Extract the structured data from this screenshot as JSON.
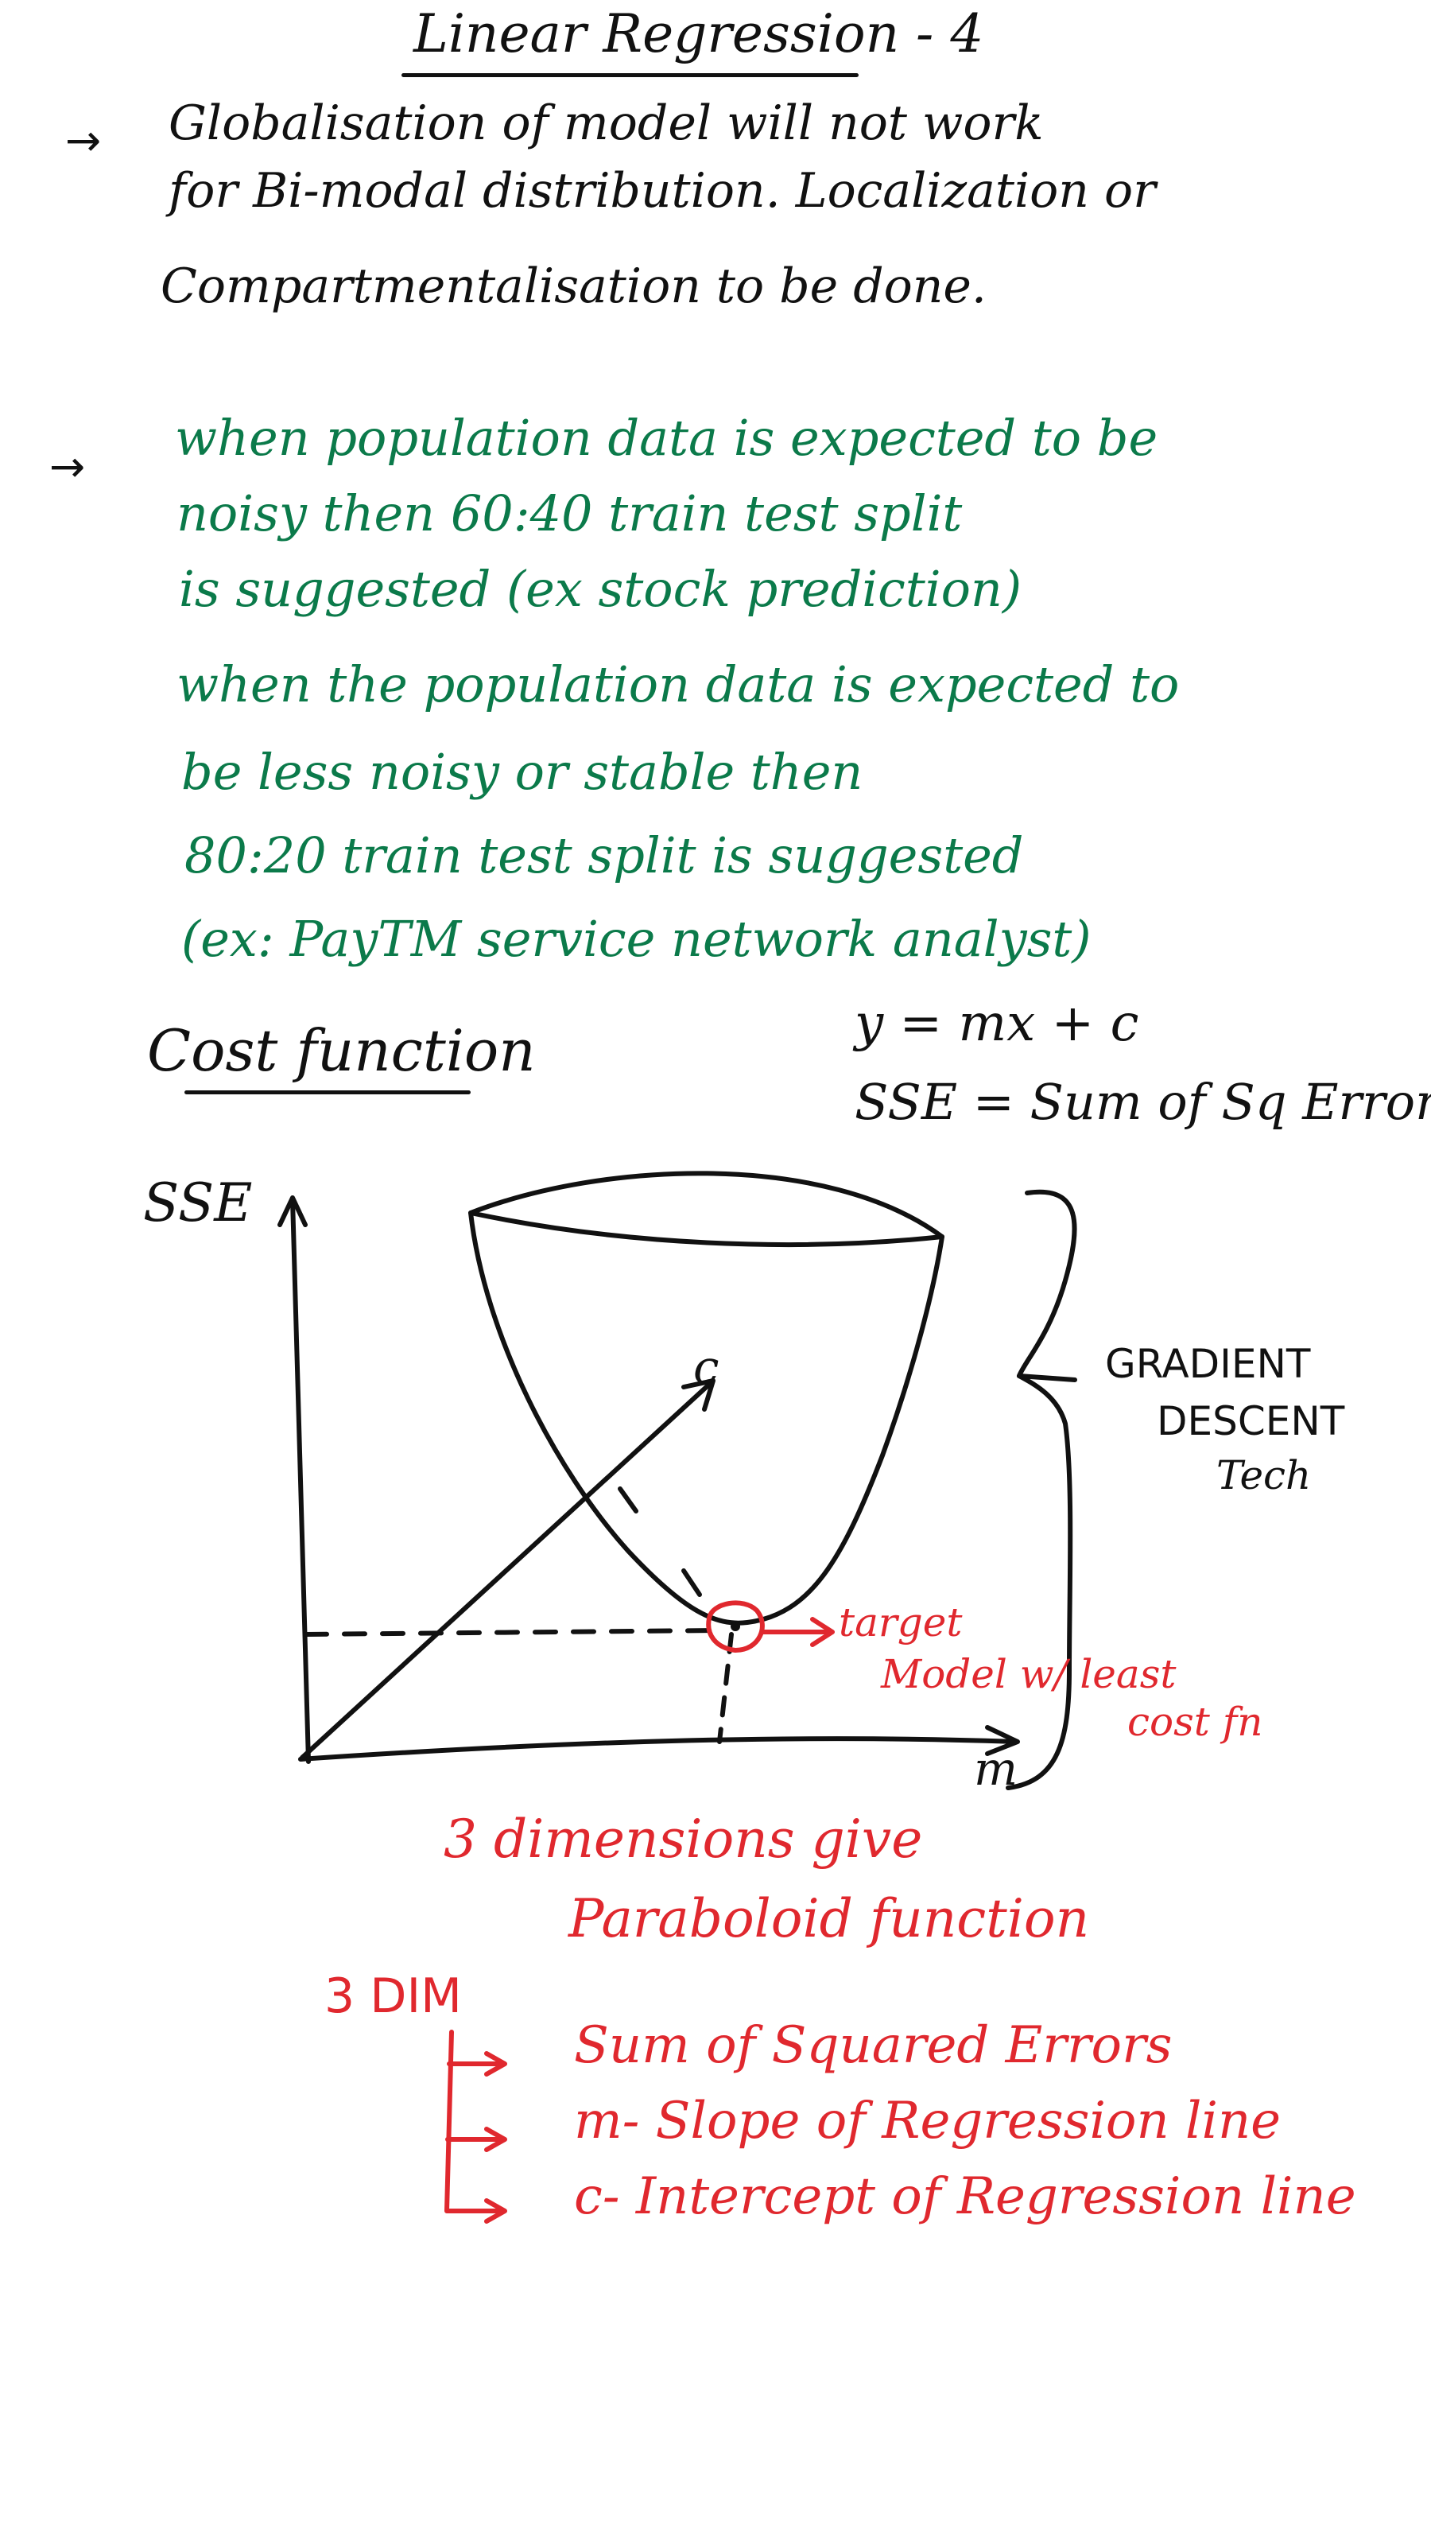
{
  "title": "Linear Regression - 4",
  "notes": {
    "black_para": [
      "Globalisation of model will not work",
      "for Bi-modal distribution. Localization or",
      "Compartmentalisation to be done."
    ],
    "green_para1": [
      "when population data is expected to be",
      "noisy then 60:40 train test split",
      "is suggested (ex stock prediction)"
    ],
    "green_para2": [
      "when the population data is expected to",
      "be less noisy or stable then",
      "80:20 train test split is suggested",
      "(ex: PayTM service network analyst)"
    ]
  },
  "cost_function": {
    "heading": "Cost function",
    "equation": "y = mx + c",
    "sse_definition": "SSE = Sum of Sq Errors"
  },
  "diagram": {
    "y_axis_label": "SSE",
    "depth_axis_label": "c",
    "x_axis_label": "m",
    "brace_label": [
      "GRADIENT",
      "DESCENT",
      "Tech"
    ],
    "target_annotation": [
      "target",
      "Model w/ least",
      "cost fn"
    ]
  },
  "red_notes": {
    "line1": "3 dimensions give",
    "line2": "Paraboloid function",
    "dim_heading": "3 DIM",
    "items": [
      "Sum of Squared Errors",
      "m- Slope of Regression line",
      "c- Intercept of Regression line"
    ]
  },
  "colors": {
    "ink": "#111111",
    "green": "#0b7a4a",
    "red": "#e0282e",
    "background": "#ffffff"
  }
}
